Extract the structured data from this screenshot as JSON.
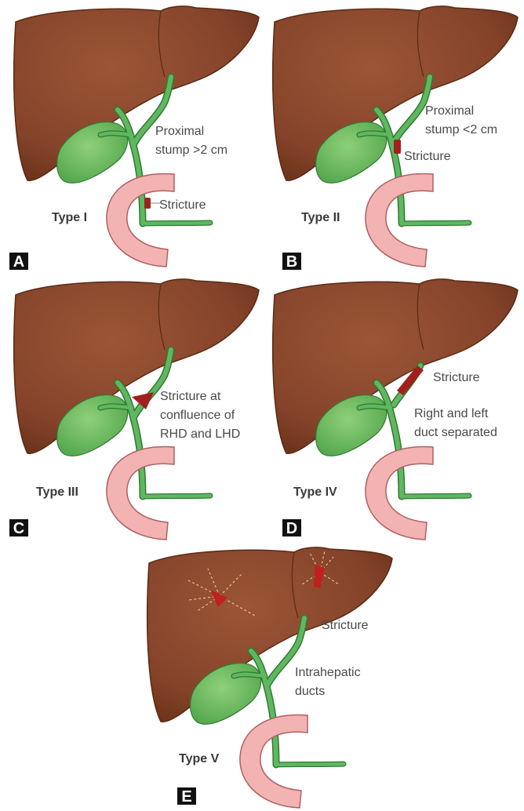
{
  "colors": {
    "liver": "#8a4a2a",
    "liver_dark": "#6e351b",
    "liver_edge": "#5a2a14",
    "duct": "#58b05a",
    "duct_edge": "#2f7a33",
    "gallbladder": "#6ec15f",
    "duodenum": "#f3b3b3",
    "duodenum_edge": "#b06060",
    "stricture": "#a0201e"
  },
  "panels": [
    {
      "letter": "A",
      "type_label": "Type I",
      "annotations": [
        "Proximal",
        "stump >2 cm",
        "Stricture"
      ]
    },
    {
      "letter": "B",
      "type_label": "Type II",
      "annotations": [
        "Proximal",
        "stump <2 cm",
        "Stricture"
      ]
    },
    {
      "letter": "C",
      "type_label": "Type III",
      "annotations": [
        "Stricture at",
        "confluence of",
        "RHD and LHD"
      ]
    },
    {
      "letter": "D",
      "type_label": "Type IV",
      "annotations": [
        "Stricture",
        "Right and left",
        "duct separated"
      ]
    },
    {
      "letter": "E",
      "type_label": "Type V",
      "annotations": [
        "Stricture",
        "Intrahepatic",
        "ducts"
      ]
    }
  ]
}
